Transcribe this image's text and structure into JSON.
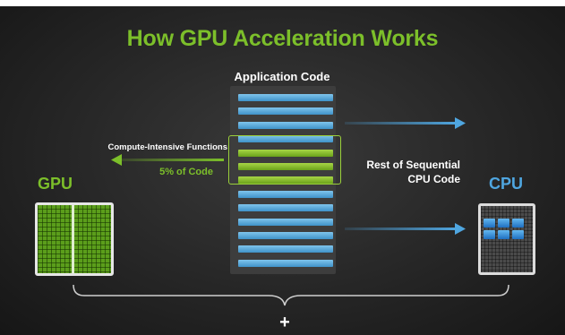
{
  "title": "How GPU Acceleration Works",
  "app_code_label": "Application Code",
  "left_panel": {
    "functions_label": "Compute-Intensive Functions",
    "percent_label": "5% of Code",
    "gpu_label": "GPU"
  },
  "right_panel": {
    "rest_line1": "Rest of Sequential",
    "rest_line2": "CPU Code",
    "cpu_label": "CPU"
  },
  "combine_symbol": "+",
  "code_blocks": [
    "blue",
    "blue",
    "blue",
    "blue",
    "green",
    "green",
    "green",
    "blue",
    "blue",
    "blue",
    "blue",
    "blue",
    "blue"
  ],
  "colors": {
    "accent_green": "#7cbf2a",
    "code_blue": "#4fa6e0",
    "background": "#262626"
  },
  "icons": {
    "gpu_chip": "gpu-chip-icon",
    "cpu_chip": "cpu-chip-icon"
  }
}
